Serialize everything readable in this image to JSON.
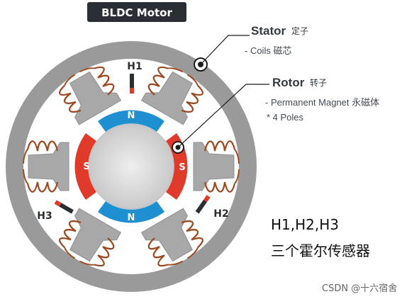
{
  "title": "BLDC Motor",
  "stator": {
    "title": "Stator",
    "cn": "定子",
    "sub": "- Coils 磁芯"
  },
  "rotor": {
    "title": "Rotor",
    "cn": "转子",
    "sub1": "- Permanent Magnet 永磁体",
    "sub2": "* 4 Poles"
  },
  "poles": {
    "north_top": "N",
    "north_bottom": "N",
    "south_left": "S",
    "south_right": "S"
  },
  "sensors": {
    "h1": "H1",
    "h2": "H2",
    "h3": "H3"
  },
  "caption": {
    "line1": "H1,H2,H3",
    "line2": "三个霍尔传感器"
  },
  "watermark": "CSDN @十六宿舍",
  "colors": {
    "north": "#1e8fd0",
    "south": "#e03b2a",
    "coil": "#9c4a22",
    "stator": "#9a9a9a",
    "badge": "#2a2f36"
  }
}
